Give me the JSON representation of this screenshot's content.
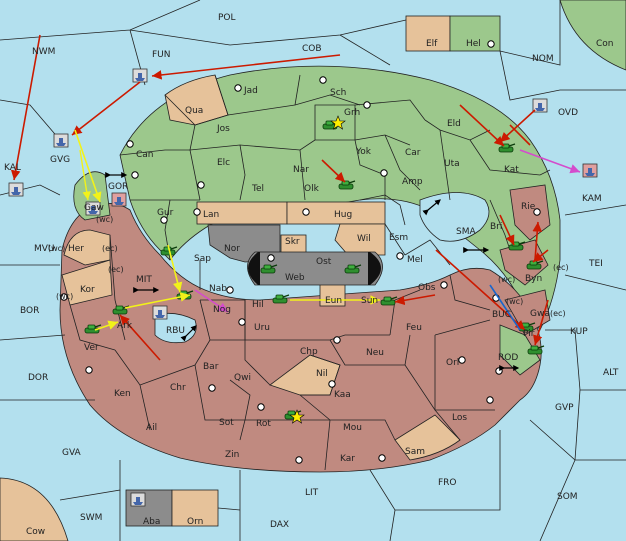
{
  "map": {
    "colors": {
      "sea": "#b3e0ee",
      "green": "#9cc88c",
      "red": "#c08a80",
      "tan": "#e6c29a",
      "grey": "#8c8c8c",
      "black": "#111111",
      "arrow_red": "#cc1a00",
      "arrow_yellow": "#f2f21a",
      "arrow_magenta": "#d44ccc",
      "arrow_blue": "#1a66cc"
    },
    "sea_labels": {
      "pol": "POL",
      "nwm": "NWM",
      "fun": "FUN",
      "cob": "COB",
      "nom": "NOM",
      "ovd": "OVD",
      "kal": "KAL",
      "gvg": "GVG",
      "gor": "GOR",
      "kam": "KAM",
      "mvu": "MVU",
      "sma": "SMA",
      "tei": "TEI",
      "mit": "MIT",
      "bor": "BOR",
      "buc": "BUC",
      "kup": "KUP",
      "rbu": "RBU",
      "rod": "ROD",
      "alt": "ALT",
      "dor": "DOR",
      "gvp": "GVP",
      "gva": "GVA",
      "fro": "FRO",
      "som": "SOM",
      "lit": "LIT",
      "swm": "SWM",
      "dax": "DAX"
    },
    "land_labels": {
      "elf": "Elf",
      "hel": "Hel",
      "con": "Con",
      "cow": "Cow",
      "aba": "Aba",
      "orn": "Orn",
      "jad": "Jad",
      "sch": "Sch",
      "qua": "Qua",
      "jos": "Jos",
      "grh": "Grh",
      "can": "Can",
      "eld": "Eld",
      "yok": "Yok",
      "car": "Car",
      "elc": "Elc",
      "nar": "Nar",
      "uta": "Uta",
      "kat": "Kat",
      "gaw": "Gaw",
      "amp": "Amp",
      "olk": "Olk",
      "tel": "Tel",
      "gur": "Gur",
      "rie": "Rie",
      "bri": "Bri",
      "lan": "Lan",
      "hug": "Hug",
      "her": "Her",
      "wil": "Wil",
      "esm": "Esm",
      "nor": "Nor",
      "skr": "Skr",
      "sap": "Sap",
      "ost": "Ost",
      "mel": "Mel",
      "byn": "Byn",
      "web": "Web",
      "kor": "Kor",
      "nab": "Nab",
      "obs": "Obs",
      "eun": "Eun",
      "sun": "Sun",
      "hil": "Hil",
      "nog": "Nog",
      "ark": "Ark",
      "gwa": "Gwa",
      "pir": "Pir",
      "uru": "Uru",
      "feu": "Feu",
      "ver": "Ver",
      "chp": "Chp",
      "neu": "Neu",
      "bar": "Bar",
      "orl": "Orl",
      "qwi": "Qwi",
      "nil": "Nil",
      "ken": "Ken",
      "chr": "Chr",
      "kaa": "Kaa",
      "los": "Los",
      "ail": "Ail",
      "sot": "Sot",
      "rot": "Rot",
      "mou": "Mou",
      "zin": "Zin",
      "kar": "Kar",
      "sam": "Sam"
    },
    "coast_labels": {
      "gor_wc": "(wc)",
      "her_wc": "(wc)",
      "her_ec": "(ec)",
      "kor_ec": "(ec)",
      "kor_wc": "(wc)",
      "byn_wc": "(wc)",
      "byn_ec": "(ec)",
      "gwa_wc": "(wc)",
      "gwa_ec": "(ec)"
    }
  }
}
